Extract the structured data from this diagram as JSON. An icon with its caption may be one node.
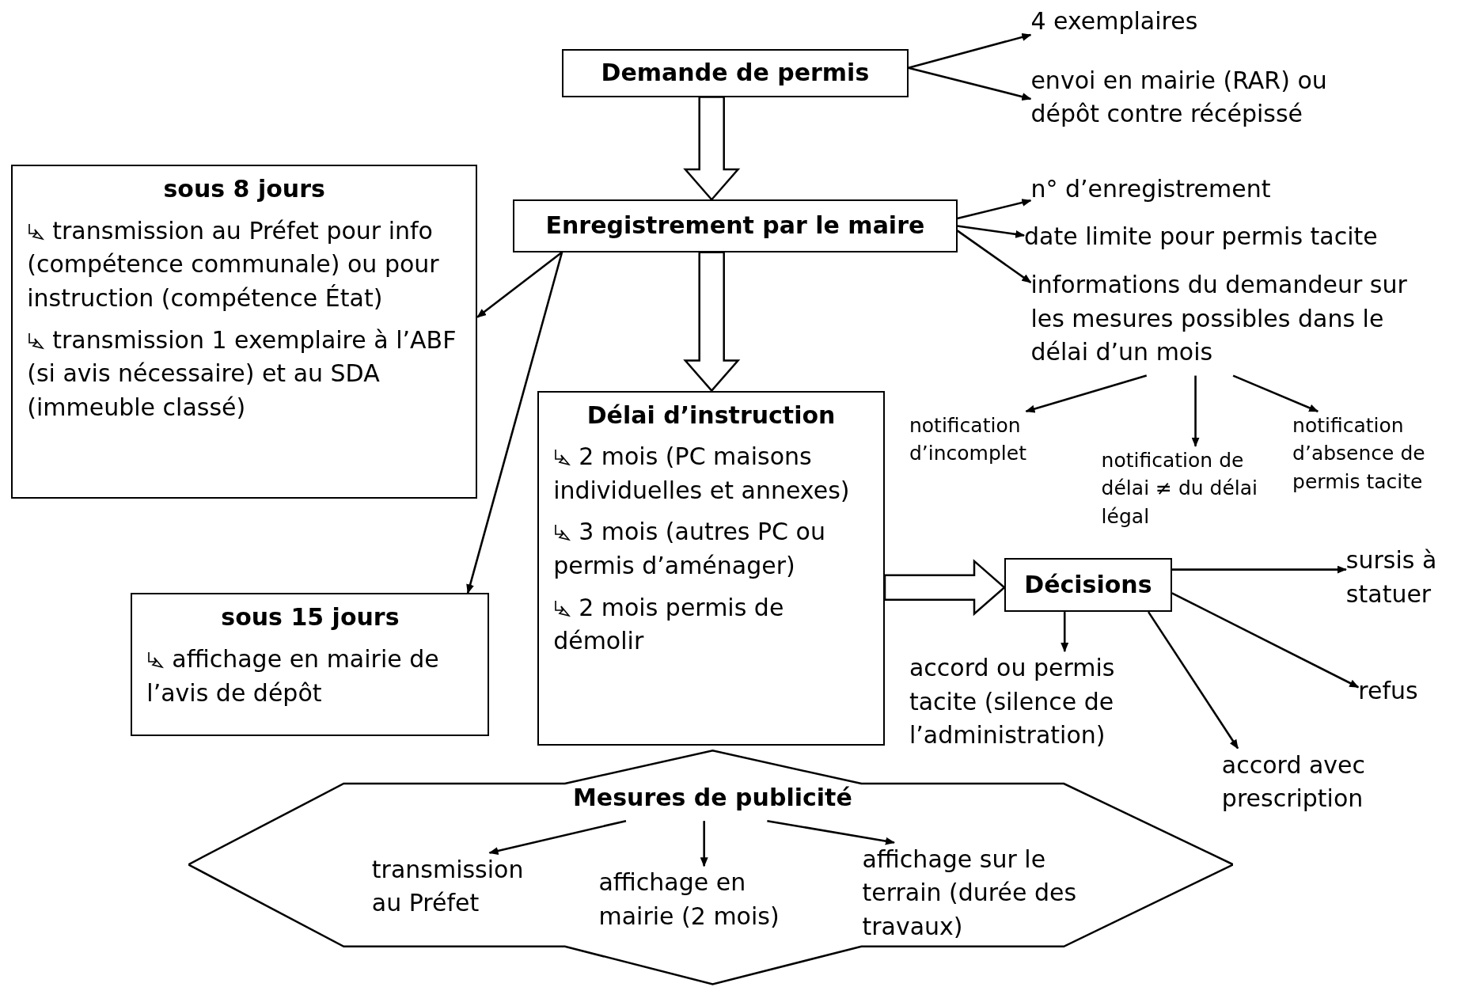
{
  "diagram": {
    "nodes": [
      {
        "text": [
          "Demande de permis"
        ]
      },
      {
        "text": [
          "4 exemplaires"
        ]
      },
      {
        "text": [
          "envoi en mairie (RAR) ou dépôt contre récépissé"
        ]
      },
      {
        "text": [
          "Enregistrement par le maire"
        ]
      },
      {
        "text": [
          "n° d’enregistrement"
        ]
      },
      {
        "text": [
          "date limite pour permis tacite"
        ]
      },
      {
        "text": [
          "informations du demandeur sur les mesures possibles dans le délai d’un mois"
        ]
      },
      {
        "text": [
          "notification d’incomplet"
        ]
      },
      {
        "text": [
          "notification de délai ≠ du délai légal"
        ]
      },
      {
        "text": [
          "notification d’absence de permis tacite"
        ]
      },
      {
        "text": [
          "sous 8 jours",
          "transmission au Préfet pour info (compétence communale) ou pour instruction (compétence État)",
          "transmission 1 exemplaire à l’ABF (si avis nécessaire) et au SDA (immeuble classé)"
        ]
      },
      {
        "text": [
          "sous 15 jours",
          "affichage en mairie de l’avis de dépôt"
        ]
      },
      {
        "text": [
          "Délai d’instruction",
          "2 mois (PC maisons individuelles et annexes)",
          "3 mois (autres PC ou permis d’aménager)",
          "2 mois permis de démolir"
        ]
      },
      {
        "text": [
          "Décisions"
        ]
      },
      {
        "text": [
          "sursis à statuer"
        ]
      },
      {
        "text": [
          "accord ou permis tacite (silence de l’administration)"
        ]
      },
      {
        "text": [
          "refus"
        ]
      },
      {
        "text": [
          "accord avec prescription"
        ]
      },
      {
        "text": [],
        "shape": "star"
      },
      {
        "text": [
          "Mesures de publicité"
        ],
        "in": 18
      },
      {
        "text": [
          "transmission au Préfet"
        ],
        "in": 18
      },
      {
        "text": [
          "affichage en mairie (2 mois)"
        ],
        "in": 18
      },
      {
        "text": [
          "affichage sur le terrain (durée des travaux)"
        ],
        "in": 18
      }
    ],
    "edges": [
      {
        "from": 0,
        "to": 1,
        "arrow": "to"
      },
      {
        "from": 0,
        "to": 2,
        "arrow": "to"
      },
      {
        "from": 0,
        "to": 3,
        "arrow": "to",
        "style": "thick"
      },
      {
        "from": 3,
        "to": 4,
        "arrow": "to"
      },
      {
        "from": 3,
        "to": 5,
        "arrow": "to"
      },
      {
        "from": 3,
        "to": 6,
        "arrow": "to"
      },
      {
        "from": 3,
        "to": 10,
        "arrow": "to"
      },
      {
        "from": 3,
        "to": 11,
        "arrow": "to"
      },
      {
        "from": 3,
        "to": 12,
        "arrow": "to",
        "style": "thick"
      },
      {
        "from": 6,
        "to": 7,
        "arrow": "to"
      },
      {
        "from": 6,
        "to": 8,
        "arrow": "to"
      },
      {
        "from": 6,
        "to": 9,
        "arrow": "to"
      },
      {
        "from": 12,
        "to": 13,
        "arrow": "to",
        "style": "thick"
      },
      {
        "from": 13,
        "to": 14,
        "arrow": "to"
      },
      {
        "from": 13,
        "to": 15,
        "arrow": "to"
      },
      {
        "from": 13,
        "to": 16,
        "arrow": "to"
      },
      {
        "from": 13,
        "to": 17,
        "arrow": "to"
      },
      {
        "from": 19,
        "to": 20,
        "arrow": "to"
      },
      {
        "from": 19,
        "to": 21,
        "arrow": "to"
      },
      {
        "from": 19,
        "to": 22,
        "arrow": "to"
      }
    ]
  }
}
